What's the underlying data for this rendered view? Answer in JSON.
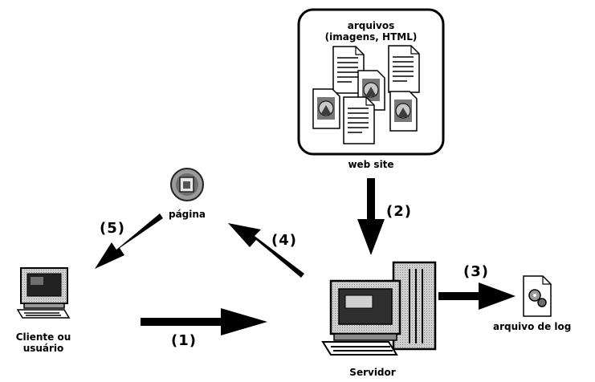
{
  "website_box": {
    "files_label_line1": "arquivos",
    "files_label_line2": "(imagens, HTML)",
    "caption": "web site"
  },
  "page_node": {
    "label": "página"
  },
  "client_node": {
    "label_line1": "Cliente ou",
    "label_line2": "usuário"
  },
  "server_node": {
    "label": "Servidor"
  },
  "log_node": {
    "label": "arquivo de log"
  },
  "steps": {
    "step1": "(1)",
    "step2": "(2)",
    "step3": "(3)",
    "step4": "(4)",
    "step5": "(5)"
  },
  "colors": {
    "ink": "#000000",
    "paper": "#ffffff",
    "gray_light": "#d8d8d8",
    "gray_mid": "#9a9a9a",
    "gray_dark": "#4a4a4a"
  }
}
